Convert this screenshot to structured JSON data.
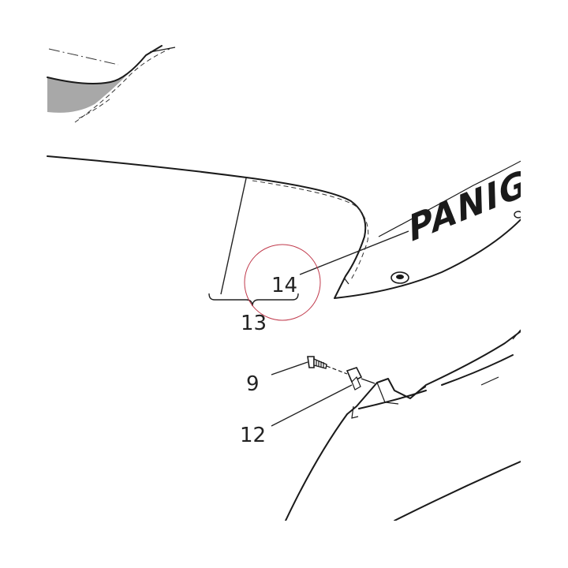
{
  "callouts": {
    "part_9": "9",
    "part_12": "12",
    "part_13": "13",
    "part_14": "14"
  },
  "logo": {
    "text": "PANIG"
  },
  "colors": {
    "line": "#1a1a1a",
    "highlight_circle": "#c0394b",
    "shaded_panel": "#a8a8a8"
  }
}
